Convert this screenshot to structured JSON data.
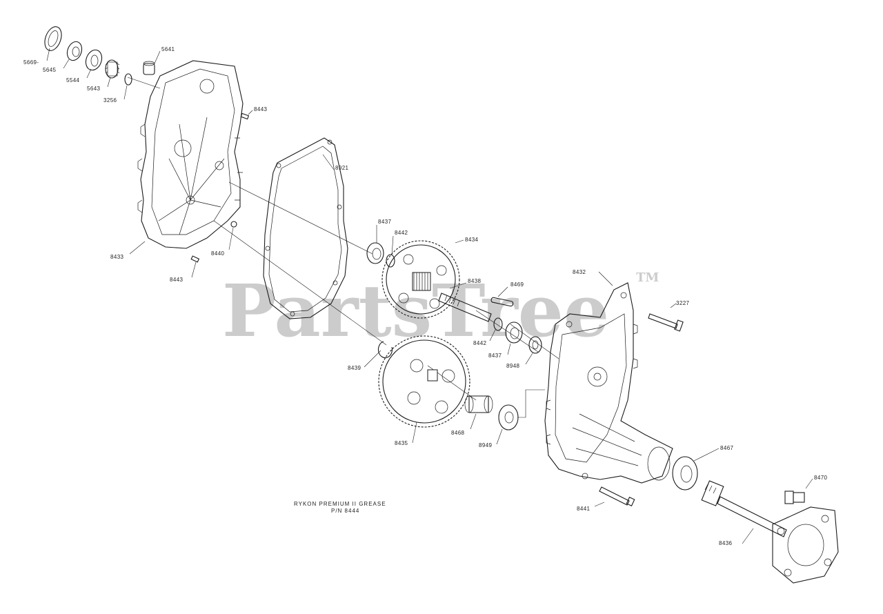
{
  "watermark": {
    "text": "PartsTree",
    "tm": "TM"
  },
  "note": {
    "line1": "RYKON PREMIUM II GREASE",
    "line2": "P/N 8444"
  },
  "parts": [
    {
      "id": "5669-"
    },
    {
      "id": "5645"
    },
    {
      "id": "5544"
    },
    {
      "id": "5643"
    },
    {
      "id": "3256"
    },
    {
      "id": "5641"
    },
    {
      "id": "8443"
    },
    {
      "id": "8921"
    },
    {
      "id": "8433"
    },
    {
      "id": "8440"
    },
    {
      "id": "8443"
    },
    {
      "id": "8437"
    },
    {
      "id": "8442"
    },
    {
      "id": "8434"
    },
    {
      "id": "8438"
    },
    {
      "id": "8469"
    },
    {
      "id": "8432"
    },
    {
      "id": "3227"
    },
    {
      "id": "8442"
    },
    {
      "id": "8437"
    },
    {
      "id": "8948"
    },
    {
      "id": "8439"
    },
    {
      "id": "8435"
    },
    {
      "id": "8468"
    },
    {
      "id": "8949"
    },
    {
      "id": "8467"
    },
    {
      "id": "8470"
    },
    {
      "id": "8441"
    },
    {
      "id": "8436"
    }
  ]
}
